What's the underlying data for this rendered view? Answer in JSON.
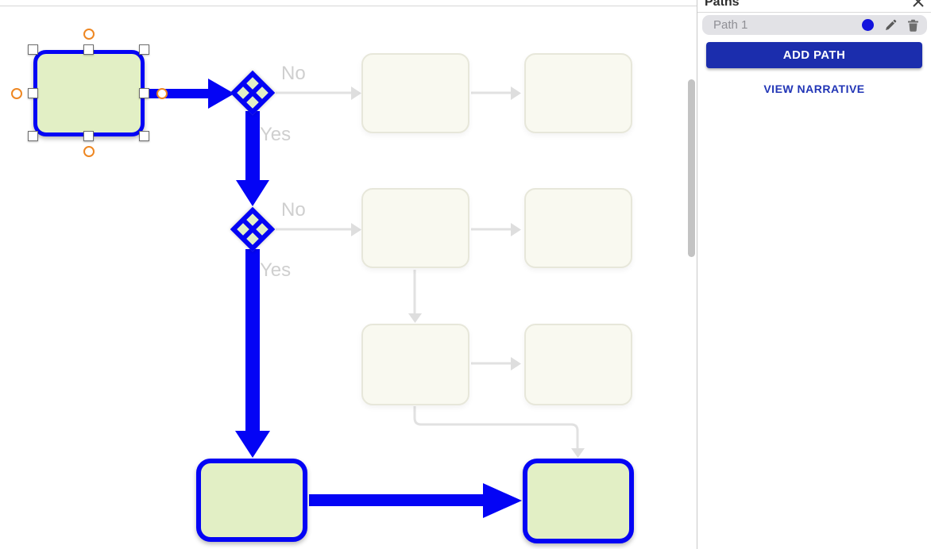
{
  "panel": {
    "title": "Paths",
    "path_name": "Path 1",
    "add_path_label": "ADD PATH",
    "view_narrative_label": "VIEW NARRATIVE"
  },
  "canvas": {
    "no_label": "No",
    "yes_label": "Yes"
  },
  "colors": {
    "flow_blue": "#0404f5",
    "node_fill": "#e2efc5",
    "faded_fill": "#f9f9f0",
    "gray_connector": "#e1e1e1",
    "handle_orange": "#ee8722",
    "button_blue": "#1b2dad",
    "link_blue": "#2135b6",
    "path_dot_blue": "#1414dd"
  }
}
